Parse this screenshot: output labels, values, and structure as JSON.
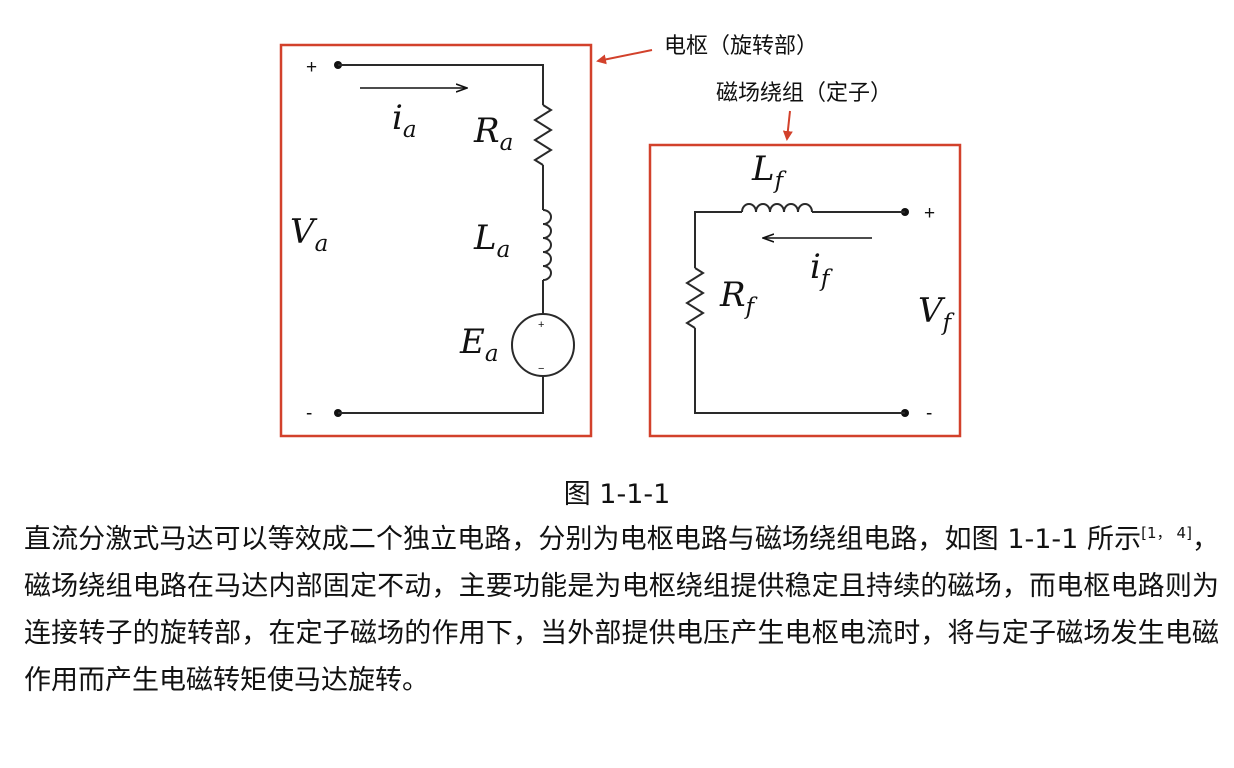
{
  "diagram": {
    "armature": {
      "callout": "电枢（旋转部）",
      "voltage_var": "V",
      "voltage_sub": "a",
      "current_var": "i",
      "current_sub": "a",
      "resistor_var": "R",
      "resistor_sub": "a",
      "inductor_var": "L",
      "inductor_sub": "a",
      "emf_var": "E",
      "emf_sub": "a",
      "plus": "+",
      "minus": "-",
      "source_plus": "+",
      "source_minus": "−"
    },
    "field": {
      "callout": "磁场绕组（定子）",
      "voltage_var": "V",
      "voltage_sub": "f",
      "current_var": "i",
      "current_sub": "f",
      "resistor_var": "R",
      "resistor_sub": "f",
      "inductor_var": "L",
      "inductor_sub": "f",
      "plus": "+",
      "minus": "-"
    },
    "colors": {
      "box": "#d2412b",
      "wire": "#2a2a2a"
    }
  },
  "caption": "图 1-1-1",
  "paragraph": {
    "part1": "直流分激式马达可以等效成二个独立电路，分别为电枢电路与磁场绕组电路，如图 1-1-1 所示",
    "ref": "[1， 4]",
    "part2": "，磁场绕组电路在马达内部固定不动，主要功能是为电枢绕组提供稳定且持续的磁场，而电枢电路则为连接转子的旋转部，在定子磁场的作用下，当外部提供电压产生电枢电流时，将与定子磁场发生电磁作用而产生电磁转矩使马达旋转。"
  }
}
